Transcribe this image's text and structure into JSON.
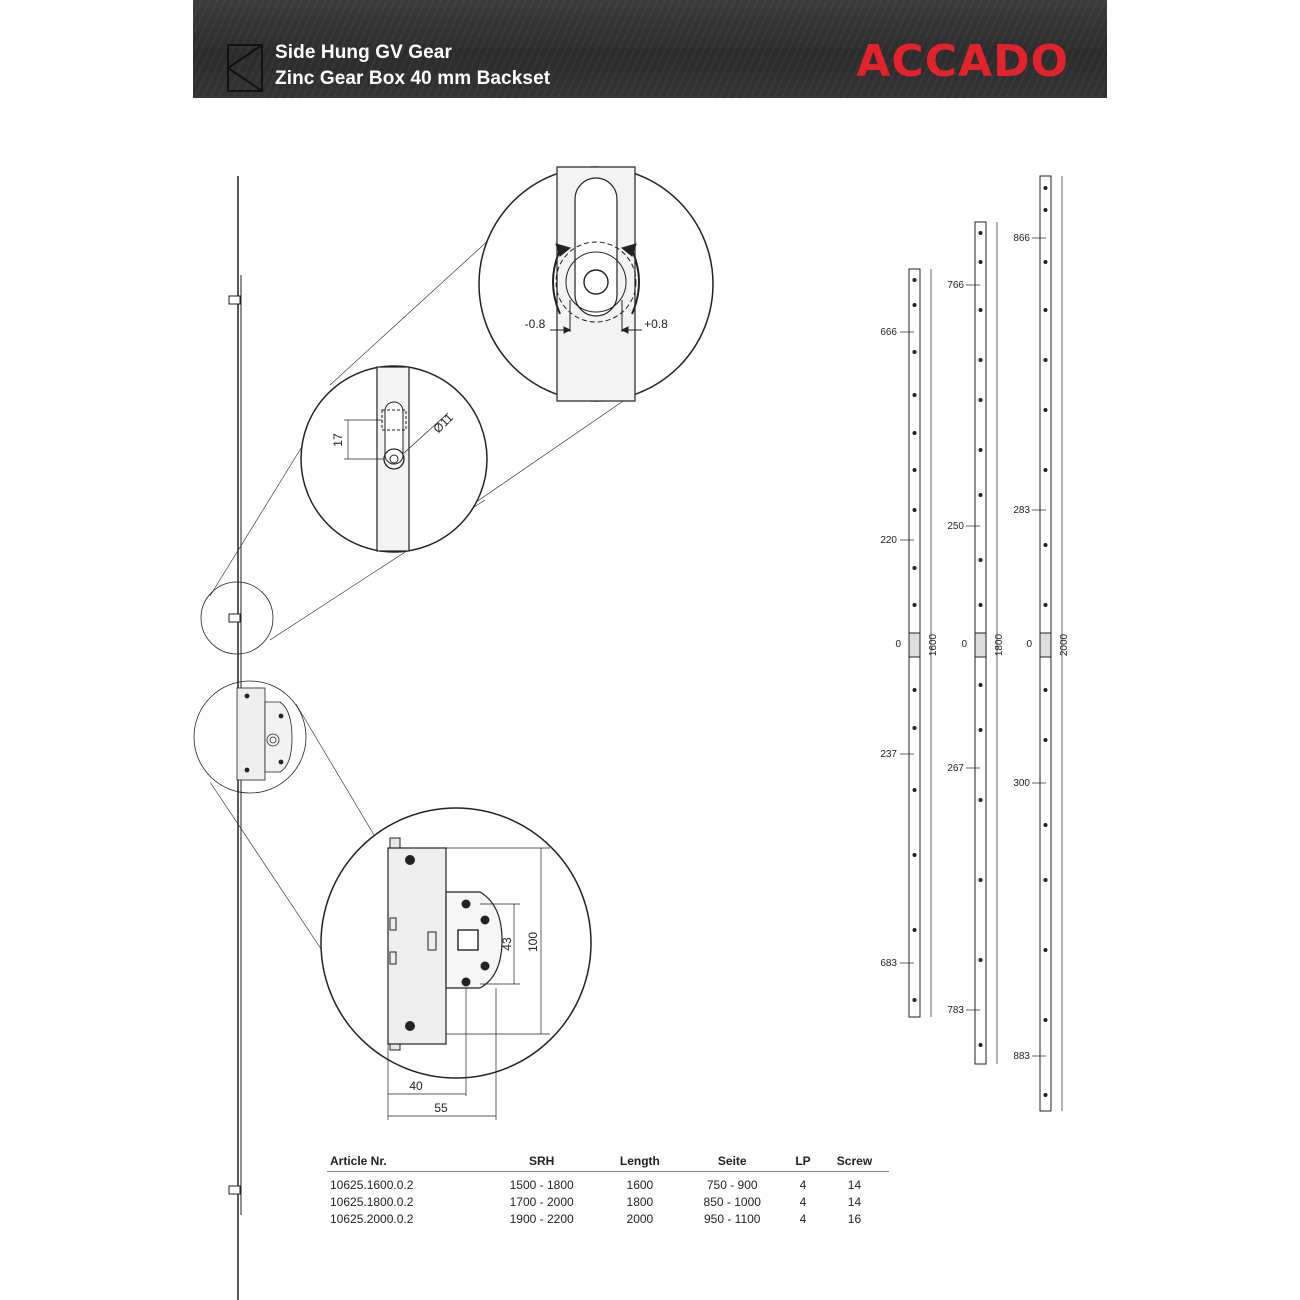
{
  "header": {
    "title_line1": "Side Hung GV Gear",
    "title_line2": "Zinc Gear Box 40 mm Backset",
    "brand": "ACCADO",
    "brand_color": "#e3232b"
  },
  "details": {
    "gearbox_callout": {
      "backset": "40",
      "total": "55",
      "height": "100",
      "spindle": "43"
    },
    "hook_callout": {
      "offset": "17",
      "diameter": "Ø11"
    },
    "roller_callout": {
      "minus": "-0.8",
      "plus": "+0.8"
    }
  },
  "gears": [
    {
      "length_label": "1600",
      "zero": "0",
      "upper": [
        "666",
        "220"
      ],
      "lower": [
        "237",
        "683"
      ]
    },
    {
      "length_label": "1800",
      "zero": "0",
      "upper": [
        "766",
        "250"
      ],
      "lower": [
        "267",
        "783"
      ]
    },
    {
      "length_label": "2000",
      "zero": "0",
      "upper": [
        "866",
        "283"
      ],
      "lower": [
        "300",
        "883"
      ]
    }
  ],
  "spec_table": {
    "headers": [
      "Article Nr.",
      "SRH",
      "Length",
      "Seite",
      "LP",
      "Screw"
    ],
    "rows": [
      [
        "10625.1600.0.2",
        "1500 - 1800",
        "1600",
        "750 -   900",
        "4",
        "14"
      ],
      [
        "10625.1800.0.2",
        "1700 - 2000",
        "1800",
        "850 - 1000",
        "4",
        "14"
      ],
      [
        "10625.2000.0.2",
        "1900 - 2200",
        "2000",
        "950 - 1100",
        "4",
        "16"
      ]
    ]
  }
}
